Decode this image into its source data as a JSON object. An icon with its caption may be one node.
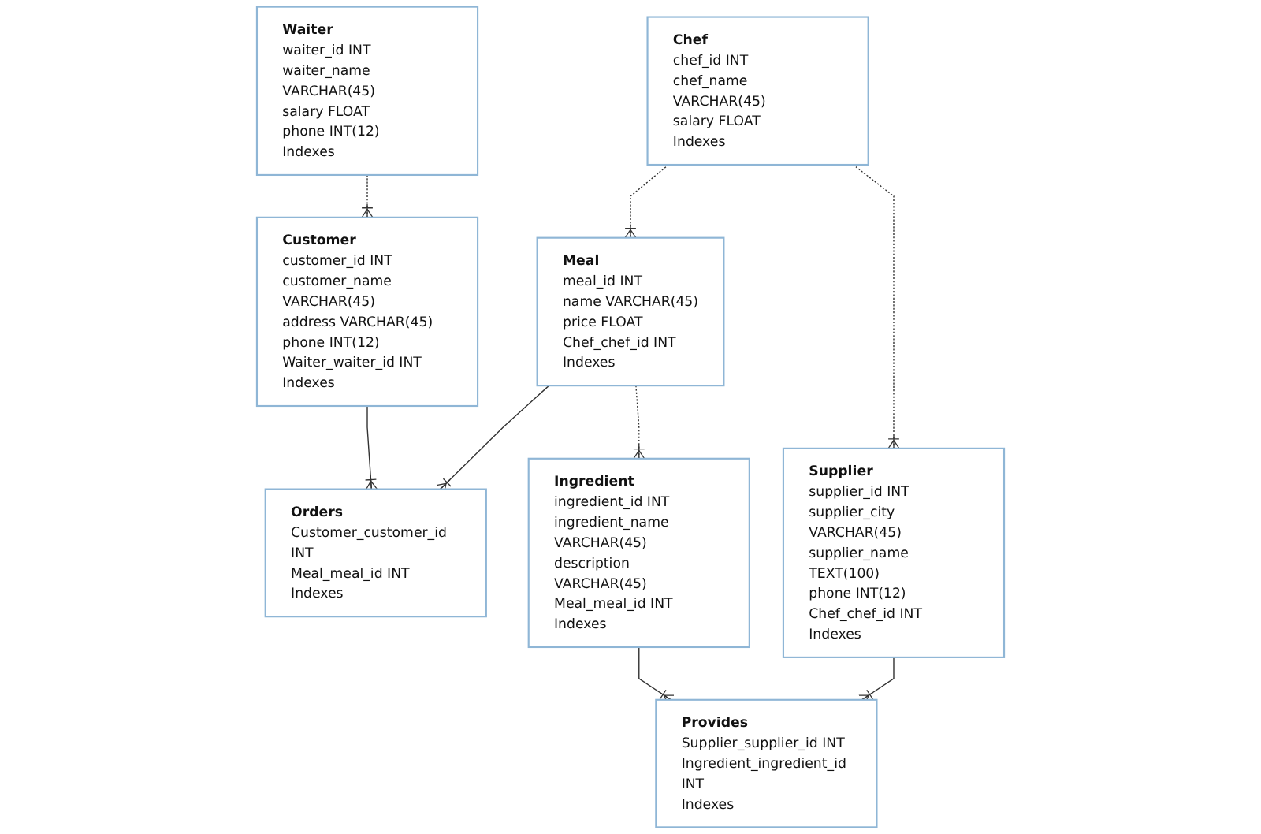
{
  "diagram": {
    "nodes": [
      {
        "text": [
          "Chef",
          "chef_id INT",
          "chef_name VARCHAR(45)",
          "salary FLOAT",
          "Indexes"
        ]
      },
      {
        "text": [
          "Meal",
          "meal_id INT",
          "name VARCHAR(45)",
          "price FLOAT",
          "Chef_chef_id INT",
          "Indexes"
        ]
      },
      {
        "text": [
          "Orders",
          "Customer_customer_id INT",
          "Meal_meal_id INT",
          "Indexes"
        ]
      },
      {
        "text": [
          "Supplier",
          "supplier_id INT",
          "supplier_city VARCHAR(45)",
          "supplier_name TEXT(100)",
          "phone INT(12)",
          "Chef_chef_id INT",
          "Indexes"
        ]
      },
      {
        "text": [
          "Waiter",
          "waiter_id INT",
          "waiter_name VARCHAR(45)",
          "salary FLOAT",
          "phone INT(12)",
          "Indexes"
        ]
      },
      {
        "text": [
          "Customer",
          "customer_id INT",
          "customer_name VARCHAR(45)",
          "address VARCHAR(45)",
          "phone INT(12)",
          "Waiter_waiter_id INT",
          "Indexes"
        ]
      },
      {
        "text": [
          "Ingredient",
          "ingredient_id INT",
          "ingredient_name VARCHAR(45)",
          "description VARCHAR(45)",
          "Meal_meal_id INT",
          "Indexes"
        ]
      },
      {
        "text": [
          "Provides",
          "Supplier_supplier_id INT",
          "Ingredient_ingredient_id INT",
          "Indexes"
        ]
      }
    ],
    "edges": [
      {
        "from": 0,
        "to": 1,
        "arrow": "other",
        "style": "dashed"
      },
      {
        "from": 0,
        "to": 3,
        "arrow": "other",
        "style": "dashed"
      },
      {
        "from": 1,
        "to": 2,
        "arrow": "other"
      },
      {
        "from": 5,
        "to": 2,
        "arrow": "other"
      },
      {
        "from": 1,
        "to": 6,
        "arrow": "other",
        "style": "dashed"
      },
      {
        "from": 4,
        "to": 5,
        "arrow": "other",
        "style": "dashed"
      },
      {
        "from": 3,
        "to": 7,
        "arrow": "other"
      },
      {
        "from": 6,
        "to": 7,
        "arrow": "other"
      }
    ]
  }
}
